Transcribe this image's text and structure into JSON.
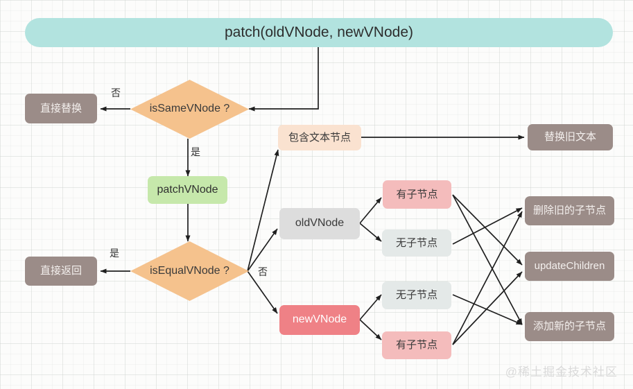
{
  "header": {
    "title": "patch(oldVNode, newVNode)",
    "color": "#b2e3df"
  },
  "watermark": {
    "text": "@稀土掘金技术社区"
  },
  "nodes": {
    "replace_directly": "直接替换",
    "is_same_vnode": "isSameVNode ?",
    "patch_vnode": "patchVNode",
    "return_directly": "直接返回",
    "is_equal_vnode": "isEqualVNode ?",
    "contains_text_node": "包含文本节点",
    "replace_old_text": "替换旧文本",
    "old_vnode": "oldVNode",
    "new_vnode": "newVNode",
    "old_has_children": "有子节点",
    "old_no_children": "无子节点",
    "new_no_children": "无子节点",
    "new_has_children": "有子节点",
    "remove_old_children": "删除旧的子节点",
    "update_children": "updateChildren",
    "add_new_children": "添加新的子节点"
  },
  "edge_labels": {
    "same_no": "否",
    "same_yes": "是",
    "equal_yes": "是",
    "equal_no": "否"
  },
  "colors": {
    "header": "#b2e3df",
    "decision": "#f5c28d",
    "action_brown": "#9b8c88",
    "patch": "#c6e8ab",
    "old": "#dddddd",
    "new": "#ef8186",
    "has_children": "#f4bcbc",
    "no_children": "#e4e9e8",
    "text_node": "#fae2d0",
    "edge": "#1f1f1f"
  }
}
